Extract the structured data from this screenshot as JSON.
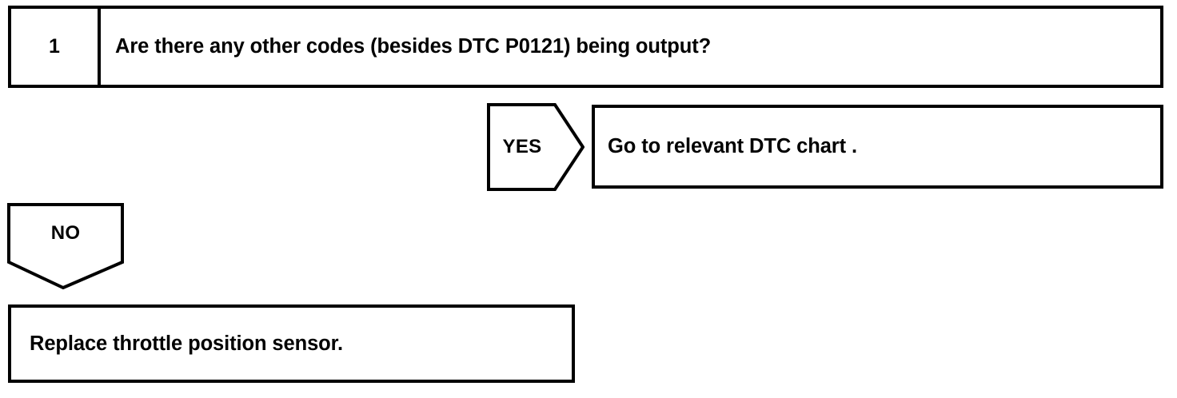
{
  "diagram": {
    "type": "troubleshooting-flowchart",
    "step": {
      "number": "1",
      "question": "Are there any other codes (besides DTC P0121) being output?"
    },
    "branches": [
      {
        "label": "YES",
        "shape": "pentagon-right",
        "result": "Go to relevant DTC chart ."
      },
      {
        "label": "NO",
        "shape": "pentagon-down",
        "result": "Replace throttle position sensor."
      }
    ],
    "colors": {
      "stroke": "#000000",
      "fill": "#ffffff",
      "text": "#000000"
    }
  }
}
